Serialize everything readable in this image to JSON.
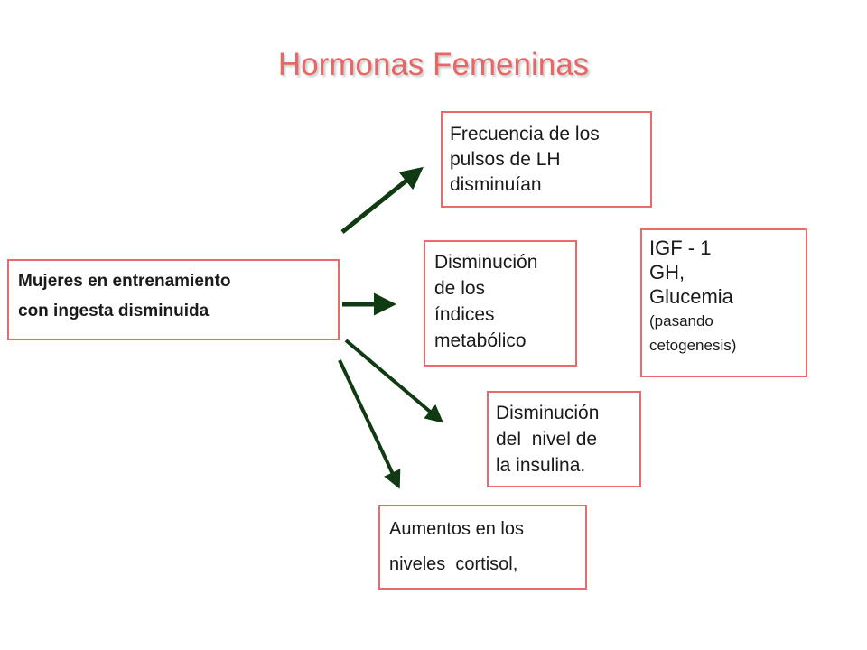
{
  "slide": {
    "title": "Hormonas Femeninas",
    "arrow_color": "#0f3a12",
    "border_color": "#e86a6a",
    "title_color": "#e86666"
  },
  "boxes": {
    "source": {
      "lines": [
        "Mujeres en entrenamiento",
        "con ingesta disminuida"
      ]
    },
    "lh_pulses": {
      "lines": [
        "Frecuencia de los",
        "pulsos de LH",
        "disminuían"
      ]
    },
    "metabolic": {
      "lines": [
        "Disminución",
        "de los",
        "índices",
        "metabólico"
      ]
    },
    "igf": {
      "lines": [
        "IGF - 1",
        "GH,",
        "Glucemia",
        "(pasando",
        "cetogenesis)"
      ]
    },
    "insulin": {
      "lines": [
        "Disminución",
        "del  nivel de",
        "la insulina."
      ]
    },
    "cortisol": {
      "lines": [
        "Aumentos en los",
        "niveles  cortisol,"
      ]
    }
  }
}
